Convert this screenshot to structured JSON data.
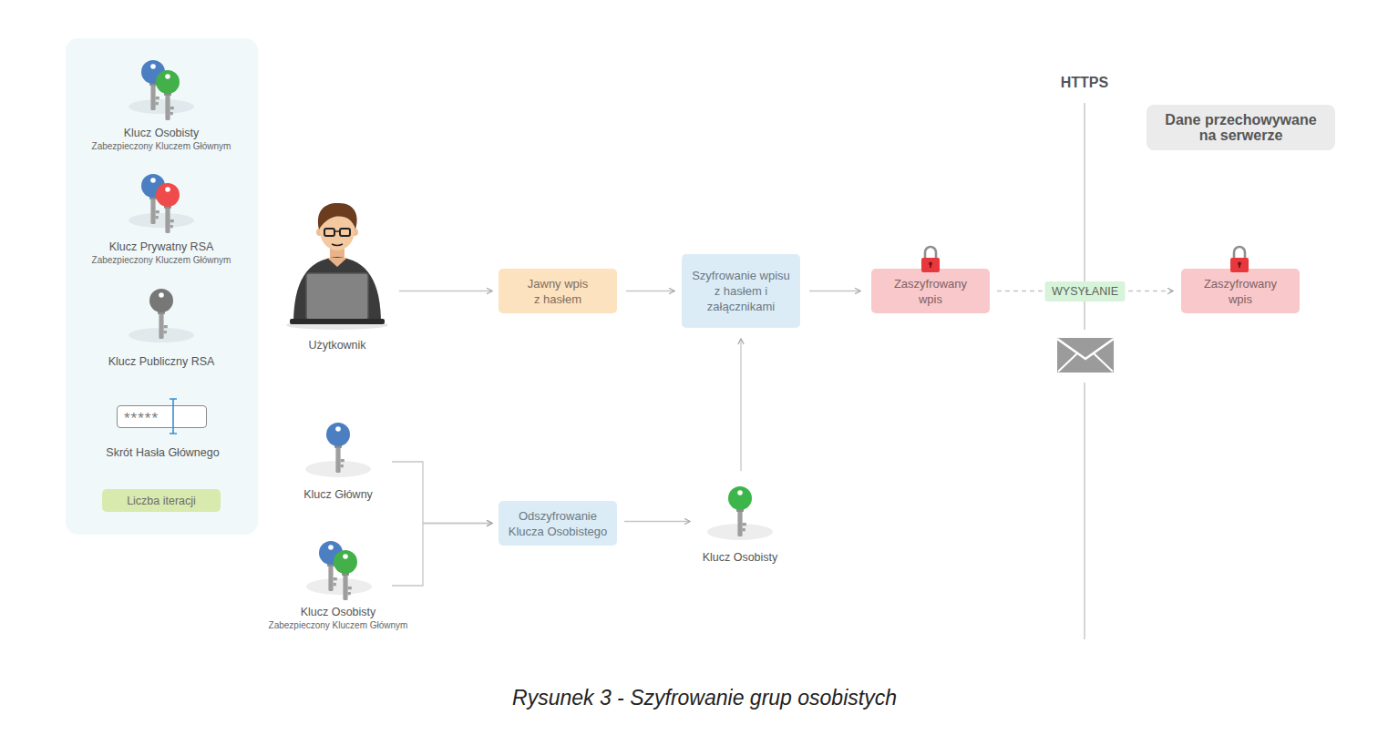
{
  "diagram": {
    "caption": "Rysunek 3 - Szyfrowanie grup osobistych",
    "nodes": [
      {
        "text": []
      },
      {
        "text": [
          "Klucz Osobisty",
          "Zabezpieczony Kluczem Głównym"
        ],
        "in": 0
      },
      {
        "text": [
          "Klucz Prywatny RSA",
          "Zabezpieczony Kluczem Głównym"
        ],
        "in": 0
      },
      {
        "text": [
          "Klucz Publiczny RSA"
        ],
        "in": 0
      },
      {
        "text": [
          "*****",
          "Skrót Hasła Głównego"
        ],
        "in": 0
      },
      {
        "text": [
          "Liczba iteracji"
        ],
        "in": 0
      },
      {
        "text": [
          "Dane przechowywane na serwerze"
        ]
      },
      {
        "text": [
          "Użytkownik"
        ]
      },
      {
        "text": [
          "Jawny wpis z hasłem"
        ]
      },
      {
        "text": [
          "Szyfrowanie wpisu z hasłem i załącznikami"
        ]
      },
      {
        "text": [
          "Zaszyfrowany wpis"
        ]
      },
      {
        "text": [
          "Zaszyfrowany wpis"
        ]
      },
      {
        "text": [
          "Klucz Główny"
        ]
      },
      {
        "text": [
          "Klucz Osobisty",
          "Zabezpieczony Kluczem Głównym"
        ]
      },
      {
        "text": [
          "Odszyfrowanie Klucza Osobistego"
        ]
      },
      {
        "text": [
          "Klucz Osobisty"
        ]
      }
    ],
    "edges": [
      {
        "from": 7,
        "to": 8,
        "arrow": "to"
      },
      {
        "from": 8,
        "to": 9,
        "arrow": "to"
      },
      {
        "from": 9,
        "to": 10,
        "arrow": "to"
      },
      {
        "from": 10,
        "to": 11,
        "label": "WYSYŁANIE",
        "arrow": "to"
      },
      {
        "from": 12,
        "to": 14,
        "arrow": "to"
      },
      {
        "from": 13,
        "to": 14,
        "arrow": "to"
      },
      {
        "from": 14,
        "to": 15,
        "arrow": "to"
      },
      {
        "from": 15,
        "to": 9,
        "arrow": "to"
      }
    ],
    "labels": [
      "HTTPS"
    ]
  }
}
